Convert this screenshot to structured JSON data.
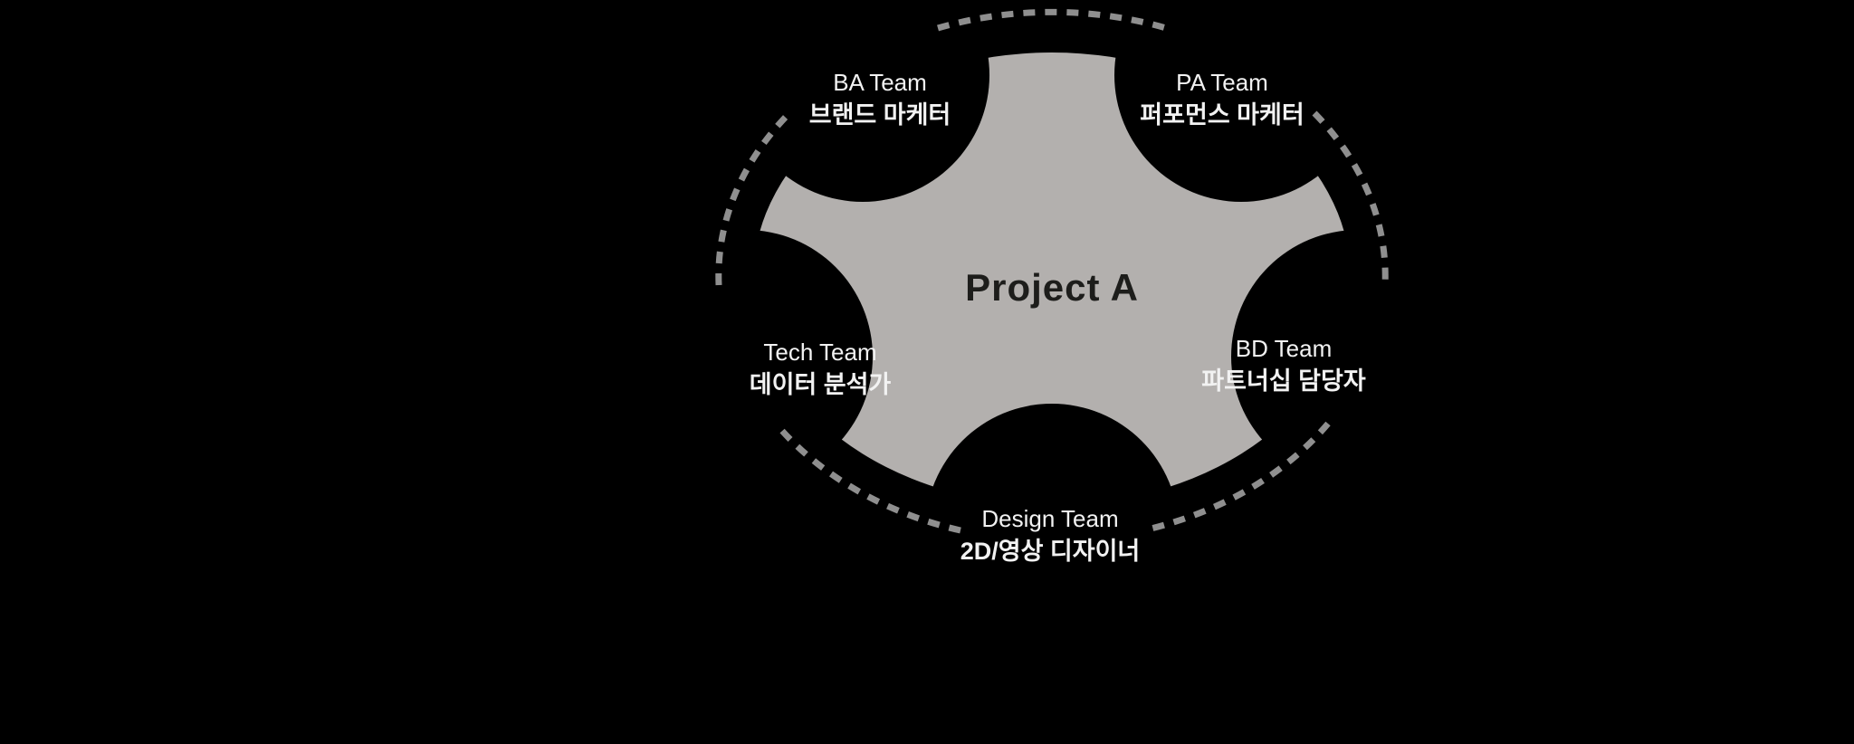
{
  "diagram": {
    "title": "Project A",
    "teams": [
      {
        "name": "BA Team",
        "role": "브랜드 마케터"
      },
      {
        "name": "PA Team",
        "role": "퍼포먼스 마케터"
      },
      {
        "name": "BD Team",
        "role": "파트너십 담당자"
      },
      {
        "name": "Design Team",
        "role": "2D/영상 디자이너"
      },
      {
        "name": "Tech Team",
        "role": "데이터 분석가"
      }
    ],
    "colors": {
      "background": "#000000",
      "gear_fill": "#b3b0ae",
      "title_text": "#1d1d1b",
      "label_text": "#f2f2f2",
      "arc_stroke": "#8f8f8f"
    }
  }
}
